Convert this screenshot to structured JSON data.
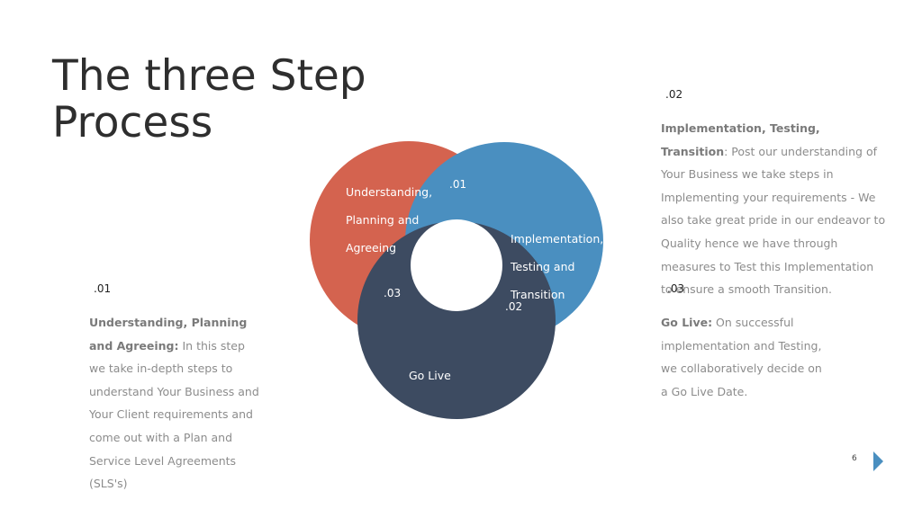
{
  "title": "The three Step Process",
  "steps": [
    {
      "num": ".01",
      "heading": "Understanding, Planning and Agreeing:",
      "body": " In this step we take in-depth steps to understand Your Business and Your Client requirements and come out with a Plan and Service Level Agreements (SLS's)",
      "diagram_lines": [
        "Understanding,",
        "Planning and",
        "Agreeing"
      ],
      "diagram_num": ".01",
      "color": "#d4634f"
    },
    {
      "num": ".02",
      "heading": "Implementation, Testing, Transition",
      "body": ": Post our understanding of Your Business we take steps in Implementing your requirements - We also take great pride in our endeavor to Quality hence we have through measures to Test this Implementation to ensure a smooth Transition.",
      "diagram_lines": [
        "Implementation,",
        "Testing and",
        "Transition"
      ],
      "diagram_num": ".02",
      "color": "#4a8fc0"
    },
    {
      "num": ".03",
      "heading": "Go Live:",
      "body": " On successful implementation and Testing, we collaboratively decide on a Go Live Date.",
      "diagram_lines": [
        "Go Live"
      ],
      "diagram_num": ".03",
      "color": "#3d4b61"
    }
  ],
  "page_number": "6",
  "accent_color": "#4a8fc0",
  "icons": {
    "next": "triangle-right-icon"
  }
}
